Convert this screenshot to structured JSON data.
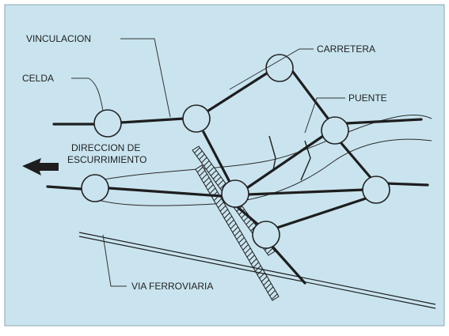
{
  "diagram": {
    "colors": {
      "background": "#c9e4ef",
      "frame": "#ffffff",
      "ink": "#1e1e1e"
    },
    "labels": {
      "vinculacion": "VINCULACION",
      "carretera": "CARRETERA",
      "celda": "CELDA",
      "puente": "PUENTE",
      "direccion_line1": "DIRECCION DE",
      "direccion_line2": "ESCURRIMIENTO",
      "via_ferroviaria": "VIA FERROVIARIA"
    },
    "cells": [
      "cell-a",
      "cell-b",
      "cell-c",
      "cell-d",
      "cell-e",
      "cell-f",
      "cell-g",
      "cell-h"
    ],
    "icons": [
      "flow-arrow-icon"
    ]
  }
}
